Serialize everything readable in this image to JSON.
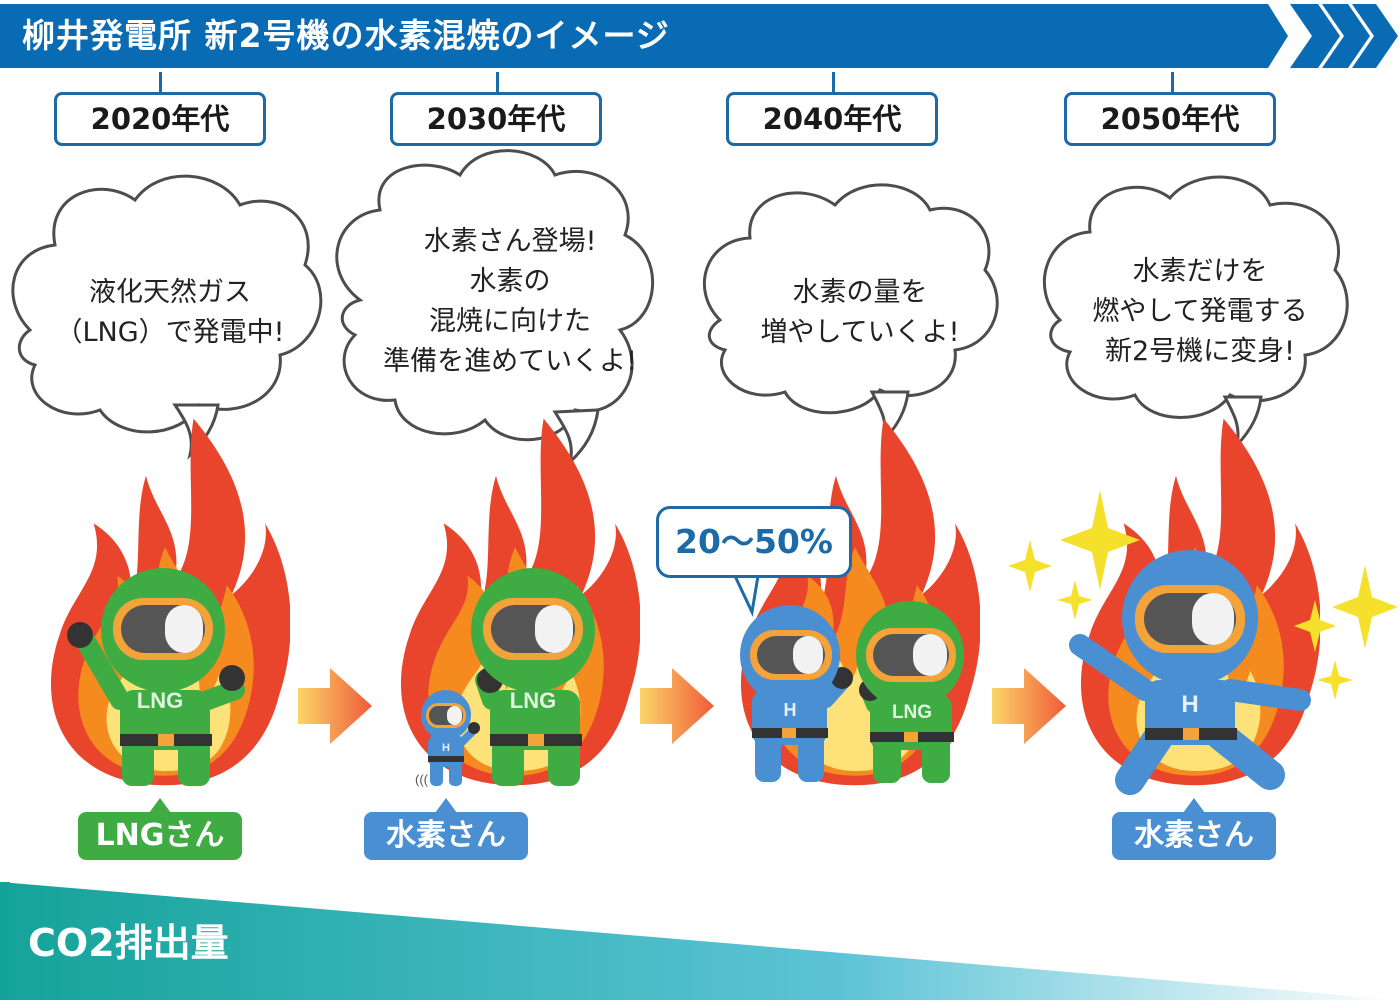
{
  "title": "柳井発電所 新2号機の水素混焼のイメージ",
  "eras": [
    "2020年代",
    "2030年代",
    "2040年代",
    "2050年代"
  ],
  "bubbles": [
    {
      "lines": [
        "液化天然ガス",
        "（LNG）で発電中!"
      ]
    },
    {
      "lines": [
        "水素さん登場!",
        "水素の",
        "混焼に向けた",
        "準備を進めていくよ!"
      ]
    },
    {
      "lines": [
        "水素の量を",
        "増やしていくよ!"
      ]
    },
    {
      "lines": [
        "水素だけを",
        "燃やして発電する",
        "新2号機に変身!"
      ]
    }
  ],
  "mixing_ratio_label": "20～50%",
  "suit_letters": {
    "lng": "LNG",
    "hydrogen": "H"
  },
  "labels": {
    "lng": "LNGさん",
    "hydrogen_1": "水素さん",
    "hydrogen_2": "水素さん"
  },
  "co2_label": "CO2排出量",
  "colors": {
    "title_bar": "#0a6bb5",
    "lng_green": "#3eac43",
    "hydrogen_blue": "#4b8fd3",
    "flame_red": "#e8452c",
    "flame_orange": "#f58a1f",
    "flame_yellow": "#fde27a",
    "co2_teal": "#1aa9a5"
  }
}
